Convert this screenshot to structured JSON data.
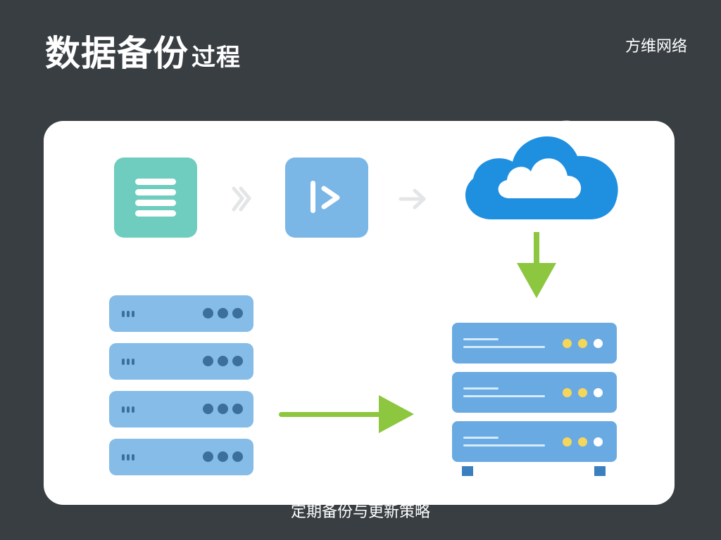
{
  "header": {
    "title_main": "数据备份",
    "title_sub": "过程",
    "brand": "方维网络"
  },
  "caption": "定期备份与更新策略",
  "colors": {
    "background": "#393e42",
    "card": "#ffffff",
    "doc_tile": "#6ecdbf",
    "play_tile": "#7ab6e6",
    "cloud": "#1f8fe0",
    "arrow_green": "#8dc63f",
    "server_light": "#85bde8",
    "server_rack": "#6aaae2",
    "server_dots": "#3d6f9c"
  },
  "icons": {
    "doc": "document-icon",
    "play": "play-icon",
    "cloud": "cloud-icon",
    "lightning": "lightning-icon",
    "arrow": "arrow-right-icon"
  }
}
